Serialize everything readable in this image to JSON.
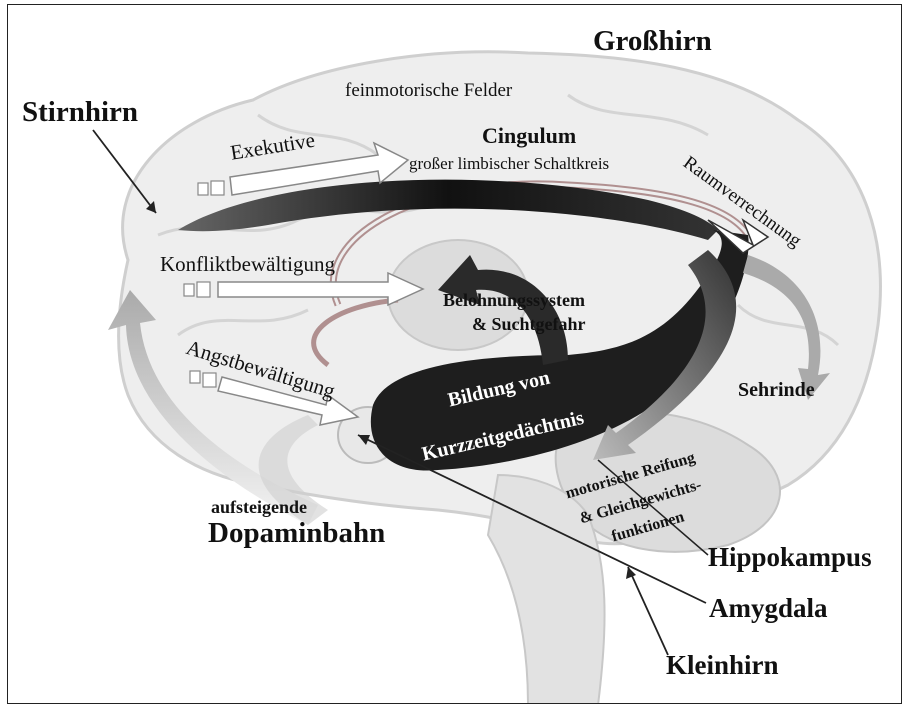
{
  "labels": {
    "grosshirn": "Großhirn",
    "stirnhirn": "Stirnhirn",
    "feinmotorische": "feinmotorische Felder",
    "exekutive": "Exekutive",
    "cingulum": "Cingulum",
    "limbisch": "großer limbischer Schaltkreis",
    "raumverrechnung": "Raumverrechnung",
    "konflikt": "Konfliktbewältigung",
    "belohnung1": "Belohnungssystem",
    "belohnung2": "& Suchtgefahr",
    "angst": "Angstbewältigung",
    "bildung1": "Bildung von",
    "bildung2": "Kurzzeitgedächtnis",
    "sehrinde": "Sehrinde",
    "motorisch1": "motorische Reifung",
    "motorisch2": "& Gleichgewichts-",
    "motorisch3": "funktionen",
    "aufsteigende": "aufsteigende",
    "dopaminbahn": "Dopaminbahn",
    "hippokampus": "Hippokampus",
    "amygdala": "Amygdala",
    "kleinhirn": "Kleinhirn"
  },
  "colors": {
    "brain_fill": "#ececec",
    "brain_line": "#c8c8c8",
    "arrow_dark": "#1a1a1a",
    "arrow_mid": "#555555",
    "cingulum_line": "#b08080"
  }
}
